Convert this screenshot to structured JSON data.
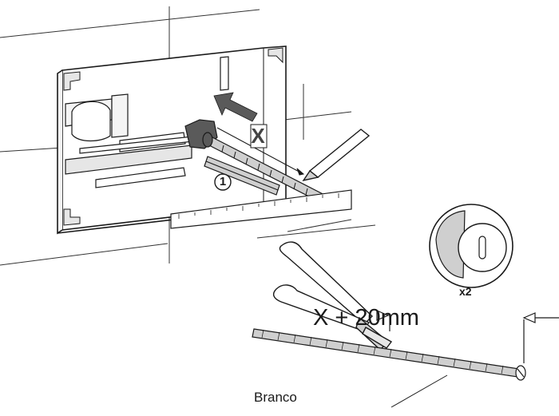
{
  "labels": {
    "measure_x": "X",
    "callout_number": "1",
    "cut_dimension": "X + 20mm",
    "quantity": "x2",
    "color_label": "Branco"
  },
  "colors": {
    "line": "#1a1a1a",
    "gray_fill": "#cfcfcf",
    "light_fill": "#f4f4f4",
    "arrow_fill": "#5a5a5a"
  },
  "icons": {
    "tool": "pliers-cutter-icon",
    "instrument": "pencil-icon",
    "detail": "screw-head-detail-icon"
  }
}
